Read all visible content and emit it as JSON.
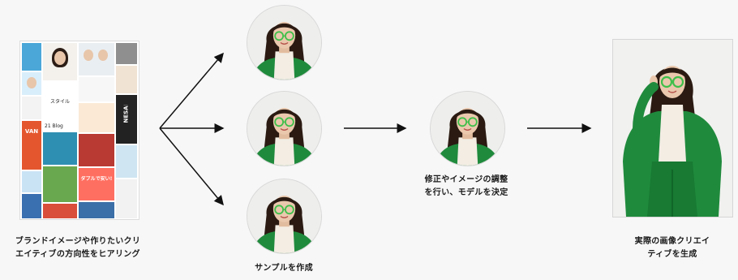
{
  "steps": {
    "hearing": {
      "line1": "ブランドイメージや作りたいクリ",
      "line2": "エイティブの方向性をヒアリング"
    },
    "samples": {
      "label": "サンプルを作成"
    },
    "adjust": {
      "line1": "修正やイメージの調整",
      "line2": "を行い、モデルを決定"
    },
    "final": {
      "line1": "実際の画像クリエイ",
      "line2": "ティブを生成"
    }
  },
  "collage": {
    "tile_texts": [
      "スタイル",
      "NESALE",
      "ダブルで安い!",
      "21 Blog",
      "VAN"
    ]
  },
  "colors": {
    "jacket_green": "#1f8a3c",
    "frame_green": "#3fbf4a",
    "turtleneck": "#f3ede4",
    "hair": "#2a1a12",
    "skin": "#eac8ad",
    "arrow": "#111111"
  },
  "icons": [
    "arrow-icon",
    "portrait-image",
    "brand-collage-image"
  ]
}
